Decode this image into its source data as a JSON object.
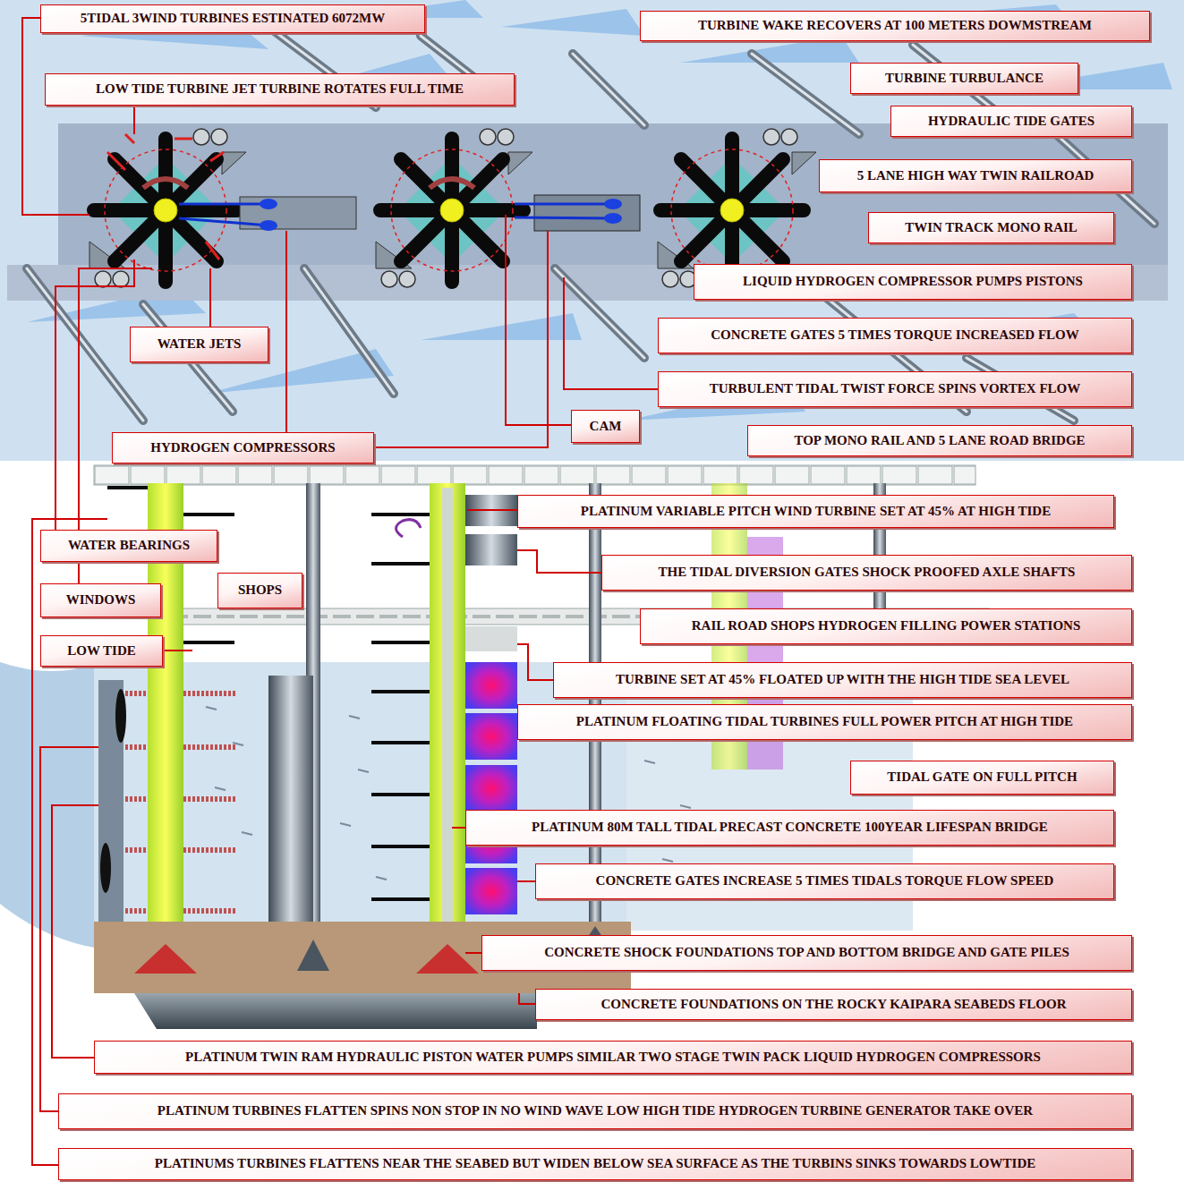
{
  "diagram": {
    "nodes": [
      {
        "text": [
          "5TIDAL 3WIND TURBINES ESTINATED 6072MW"
        ]
      },
      {
        "text": [
          "TURBINE WAKE RECOVERS AT 100 METERS DOWMSTREAM"
        ]
      },
      {
        "text": [
          "LOW TIDE TURBINE JET TURBINE ROTATES FULL TIME"
        ]
      },
      {
        "text": [
          "TURBINE TURBULANCE"
        ]
      },
      {
        "text": [
          "HYDRAULIC TIDE GATES"
        ]
      },
      {
        "text": [
          "5 LANE HIGH WAY TWIN RAILROAD"
        ]
      },
      {
        "text": [
          "TWIN TRACK MONO RAIL"
        ]
      },
      {
        "text": [
          "LIQUID HYDROGEN COMPRESSOR PUMPS PISTONS"
        ]
      },
      {
        "text": [
          "WATER JETS"
        ]
      },
      {
        "text": [
          "CONCRETE GATES 5 TIMES TORQUE INCREASED FLOW"
        ]
      },
      {
        "text": [
          "TURBULENT TIDAL TWIST FORCE SPINS VORTEX FLOW"
        ]
      },
      {
        "text": [
          "CAM"
        ]
      },
      {
        "text": [
          "HYDROGEN COMPRESSORS"
        ]
      },
      {
        "text": [
          "TOP MONO RAIL AND 5 LANE ROAD BRIDGE"
        ]
      },
      {
        "text": [
          "PLATINUM VARIABLE PITCH WIND TURBINE SET AT 45% AT HIGH TIDE"
        ]
      },
      {
        "text": [
          "WATER BEARINGS"
        ]
      },
      {
        "text": [
          "THE TIDAL DIVERSION GATES SHOCK PROOFED AXLE SHAFTS"
        ]
      },
      {
        "text": [
          "WINDOWS"
        ]
      },
      {
        "text": [
          "SHOPS"
        ]
      },
      {
        "text": [
          "RAIL ROAD SHOPS HYDROGEN FILLING POWER STATIONS"
        ]
      },
      {
        "text": [
          "LOW TIDE"
        ]
      },
      {
        "text": [
          "TURBINE SET AT 45% FLOATED UP WITH THE HIGH TIDE SEA LEVEL"
        ]
      },
      {
        "text": [
          "PLATINUM FLOATING TIDAL TURBINES FULL POWER PITCH AT HIGH TIDE"
        ]
      },
      {
        "text": [
          "TIDAL GATE ON FULL PITCH"
        ]
      },
      {
        "text": [
          "PLATINUM 80M TALL TIDAL PRECAST CONCRETE 100YEAR LIFESPAN BRIDGE"
        ]
      },
      {
        "text": [
          "CONCRETE GATES INCREASE 5 TIMES TIDALS TORQUE FLOW SPEED"
        ]
      },
      {
        "text": [
          "CONCRETE SHOCK FOUNDATIONS TOP AND BOTTOM BRIDGE AND GATE PILES"
        ]
      },
      {
        "text": [
          "CONCRETE FOUNDATIONS ON THE ROCKY KAIPARA SEABEDS FLOOR"
        ]
      },
      {
        "text": [
          "PLATINUM TWIN RAM HYDRAULIC PISTON WATER PUMPS SIMILAR TWO STAGE TWIN PACK LIQUID HYDROGEN COMPRESSORS"
        ]
      },
      {
        "text": [
          "PLATINUM TURBINES FLATTEN SPINS NON STOP IN NO WIND WAVE LOW HIGH TIDE HYDROGEN TURBINE GENERATOR TAKE OVER"
        ]
      },
      {
        "text": [
          "PLATINUMS TURBINES FLATTENS NEAR THE SEABED BUT WIDEN BELOW SEA SURFACE AS THE TURBINS SINKS TOWARDS LOWTIDE"
        ]
      }
    ]
  }
}
